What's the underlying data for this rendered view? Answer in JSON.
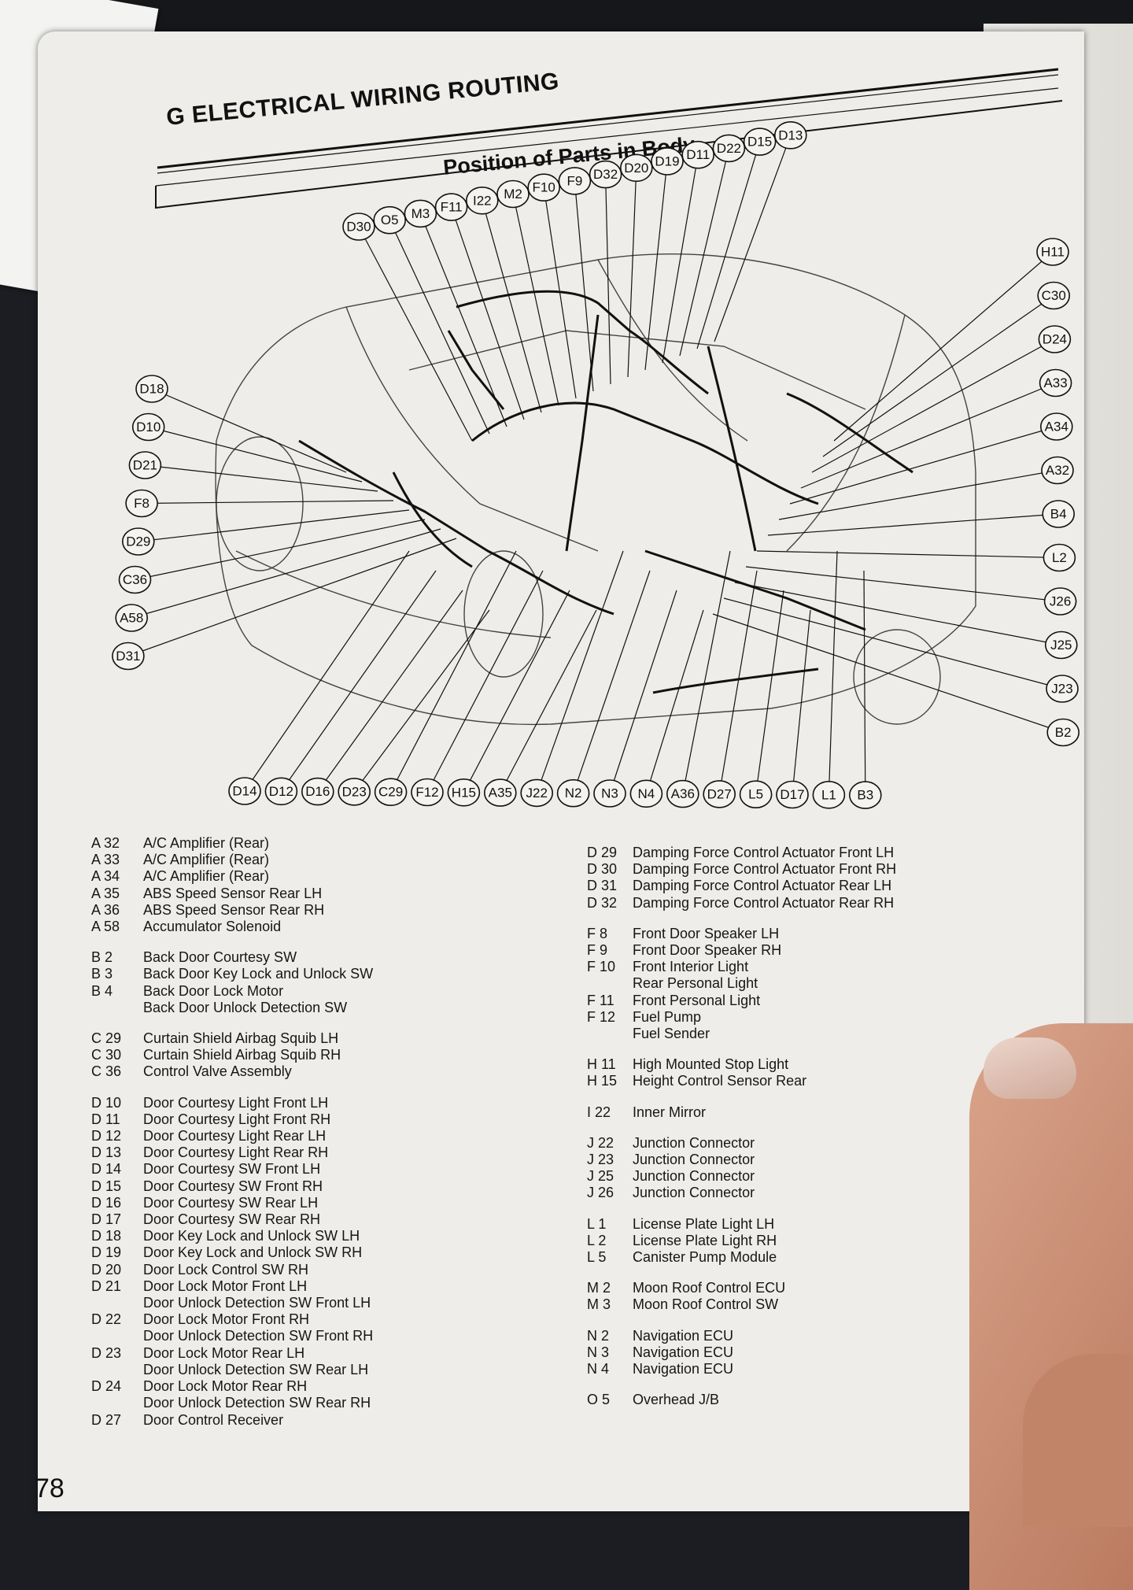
{
  "header": {
    "section_title": "G  ELECTRICAL WIRING ROUTING",
    "subtitle": "Position of Parts in Body"
  },
  "callouts": {
    "top": [
      "D30",
      "O5",
      "M3",
      "F11",
      "I22",
      "M2",
      "F10",
      "F9",
      "D32",
      "D20",
      "D19",
      "D11",
      "D22",
      "D15",
      "D13"
    ],
    "left": [
      "D18",
      "D10",
      "D21",
      "F8",
      "D29",
      "C36",
      "A58",
      "D31"
    ],
    "right": [
      "H11",
      "C30",
      "D24",
      "A33",
      "A34",
      "A32",
      "B4",
      "L2",
      "J26",
      "J25",
      "J23",
      "B2"
    ],
    "bottom": [
      "D14",
      "D12",
      "D16",
      "D23",
      "C29",
      "F12",
      "H15",
      "A35",
      "J22",
      "N2",
      "N3",
      "N4",
      "A36",
      "D27",
      "L5",
      "D17",
      "L1",
      "B3"
    ]
  },
  "legend_left": [
    {
      "code": "A 32",
      "name": "A/C Amplifier (Rear)"
    },
    {
      "code": "A 33",
      "name": "A/C Amplifier (Rear)"
    },
    {
      "code": "A 34",
      "name": "A/C Amplifier (Rear)"
    },
    {
      "code": "A 35",
      "name": "ABS Speed Sensor Rear LH"
    },
    {
      "code": "A 36",
      "name": "ABS Speed Sensor Rear RH"
    },
    {
      "code": "A 58",
      "name": "Accumulator Solenoid"
    },
    {
      "code": "B   2",
      "name": "Back Door Courtesy SW"
    },
    {
      "code": "B   3",
      "name": "Back Door Key Lock and Unlock SW"
    },
    {
      "code": "B   4",
      "name": "Back Door Lock Motor"
    },
    {
      "code": "",
      "name": "Back Door Unlock Detection SW"
    },
    {
      "code": "C 29",
      "name": "Curtain Shield Airbag Squib LH"
    },
    {
      "code": "C 30",
      "name": "Curtain Shield Airbag Squib RH"
    },
    {
      "code": "C 36",
      "name": "Control Valve Assembly"
    },
    {
      "code": "D 10",
      "name": "Door Courtesy Light Front LH"
    },
    {
      "code": "D 11",
      "name": "Door Courtesy Light Front RH"
    },
    {
      "code": "D 12",
      "name": "Door Courtesy Light Rear LH"
    },
    {
      "code": "D 13",
      "name": "Door Courtesy Light Rear RH"
    },
    {
      "code": "D 14",
      "name": "Door Courtesy SW Front LH"
    },
    {
      "code": "D 15",
      "name": "Door Courtesy SW Front RH"
    },
    {
      "code": "D 16",
      "name": "Door Courtesy SW Rear LH"
    },
    {
      "code": "D 17",
      "name": "Door Courtesy SW Rear RH"
    },
    {
      "code": "D 18",
      "name": "Door Key Lock and Unlock SW LH"
    },
    {
      "code": "D 19",
      "name": "Door Key Lock and Unlock SW RH"
    },
    {
      "code": "D 20",
      "name": "Door Lock Control SW RH"
    },
    {
      "code": "D 21",
      "name": "Door Lock Motor Front LH"
    },
    {
      "code": "",
      "name": "Door Unlock Detection SW Front LH"
    },
    {
      "code": "D 22",
      "name": "Door Lock Motor Front RH"
    },
    {
      "code": "",
      "name": "Door Unlock Detection SW Front RH"
    },
    {
      "code": "D 23",
      "name": "Door Lock Motor Rear LH"
    },
    {
      "code": "",
      "name": "Door Unlock Detection SW Rear LH"
    },
    {
      "code": "D 24",
      "name": "Door Lock Motor Rear RH"
    },
    {
      "code": "",
      "name": "Door Unlock Detection SW Rear RH"
    },
    {
      "code": "D 27",
      "name": "Door Control Receiver"
    }
  ],
  "legend_right": [
    {
      "code": "D 29",
      "name": "Damping Force Control Actuator Front LH"
    },
    {
      "code": "D 30",
      "name": "Damping Force Control Actuator Front RH"
    },
    {
      "code": "D 31",
      "name": "Damping Force Control Actuator Rear LH"
    },
    {
      "code": "D 32",
      "name": "Damping Force Control Actuator Rear RH"
    },
    {
      "code": "F   8",
      "name": "Front Door Speaker LH"
    },
    {
      "code": "F   9",
      "name": "Front Door Speaker RH"
    },
    {
      "code": "F 10",
      "name": "Front Interior Light"
    },
    {
      "code": "",
      "name": "Rear Personal Light"
    },
    {
      "code": "F 11",
      "name": "Front Personal Light"
    },
    {
      "code": "F 12",
      "name": "Fuel Pump"
    },
    {
      "code": "",
      "name": "Fuel Sender"
    },
    {
      "code": "H 11",
      "name": "High Mounted Stop Light"
    },
    {
      "code": "H 15",
      "name": "Height Control Sensor Rear"
    },
    {
      "code": "I   22",
      "name": "Inner Mirror"
    },
    {
      "code": "J 22",
      "name": "Junction Connector"
    },
    {
      "code": "J 23",
      "name": "Junction Connector"
    },
    {
      "code": "J 25",
      "name": "Junction Connector"
    },
    {
      "code": "J 26",
      "name": "Junction Connector"
    },
    {
      "code": "L   1",
      "name": "License Plate Light LH"
    },
    {
      "code": "L   2",
      "name": "License Plate Light RH"
    },
    {
      "code": "L   5",
      "name": "Canister Pump Module"
    },
    {
      "code": "M   2",
      "name": "Moon Roof Control ECU"
    },
    {
      "code": "M   3",
      "name": "Moon Roof Control SW"
    },
    {
      "code": "N   2",
      "name": "Navigation ECU"
    },
    {
      "code": "N   3",
      "name": "Navigation ECU"
    },
    {
      "code": "N   4",
      "name": "Navigation ECU"
    },
    {
      "code": "O   5",
      "name": "Overhead J/B"
    }
  ],
  "page_number": "78"
}
